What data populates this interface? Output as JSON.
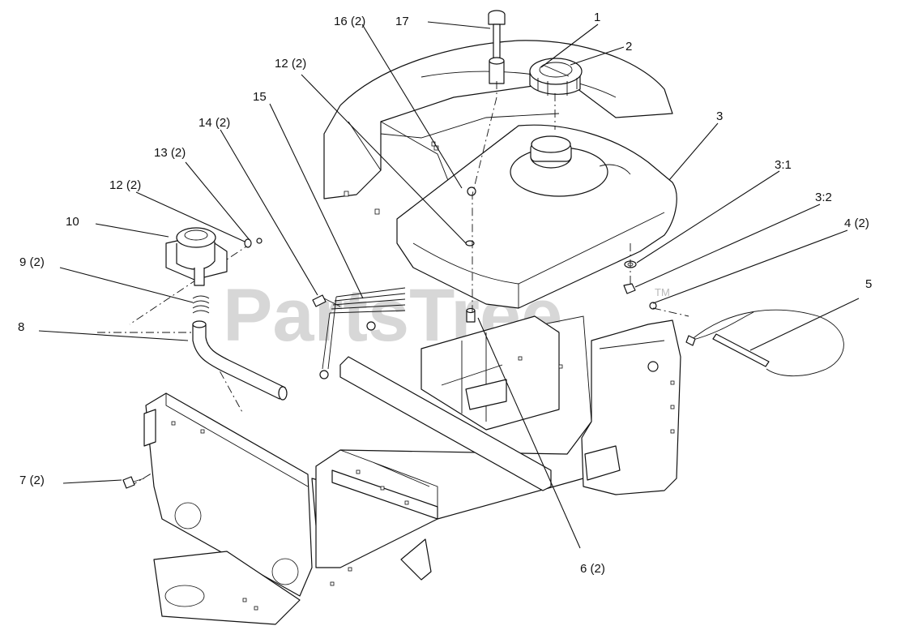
{
  "watermark": {
    "text": "PartsTree",
    "mark": "TM"
  },
  "callouts": [
    {
      "id": "c17",
      "label": "17"
    },
    {
      "id": "c16",
      "label": "16 (2)"
    },
    {
      "id": "c1",
      "label": "1"
    },
    {
      "id": "c2",
      "label": "2"
    },
    {
      "id": "c12a",
      "label": "12 (2)"
    },
    {
      "id": "c15",
      "label": "15"
    },
    {
      "id": "c14",
      "label": "14 (2)"
    },
    {
      "id": "c13",
      "label": "13 (2)"
    },
    {
      "id": "c12b",
      "label": "12 (2)"
    },
    {
      "id": "c10",
      "label": "10"
    },
    {
      "id": "c9",
      "label": "9 (2)"
    },
    {
      "id": "c8",
      "label": "8"
    },
    {
      "id": "c3",
      "label": "3"
    },
    {
      "id": "c31",
      "label": "3:1"
    },
    {
      "id": "c32",
      "label": "3:2"
    },
    {
      "id": "c4",
      "label": "4 (2)"
    },
    {
      "id": "c5",
      "label": "5"
    },
    {
      "id": "c6",
      "label": "6 (2)"
    },
    {
      "id": "c7",
      "label": "7 (2)"
    }
  ]
}
